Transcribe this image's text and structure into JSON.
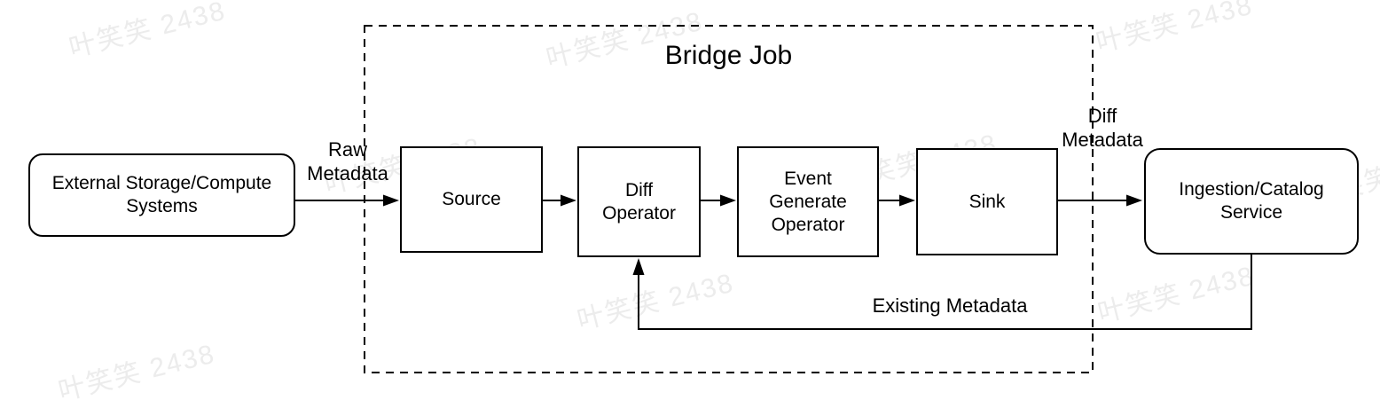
{
  "diagram": {
    "title": "Bridge Job",
    "watermark_text": "叶笑笑 2438",
    "colors": {
      "stroke": "#000000",
      "text": "#000000",
      "background": "#ffffff",
      "watermark": "#ececec"
    },
    "container": {
      "label": "Bridge Job",
      "style": "dashed"
    },
    "nodes": {
      "external": {
        "lines": [
          "External Storage/Compute",
          "Systems"
        ],
        "shape": "rounded"
      },
      "source": {
        "lines": [
          "Source"
        ],
        "shape": "rect"
      },
      "diff": {
        "lines": [
          "Diff",
          "Operator"
        ],
        "shape": "rect"
      },
      "event": {
        "lines": [
          "Event",
          "Generate",
          "Operator"
        ],
        "shape": "rect"
      },
      "sink": {
        "lines": [
          "Sink"
        ],
        "shape": "rect"
      },
      "ingestion": {
        "lines": [
          "Ingestion/Catalog",
          "Service"
        ],
        "shape": "rounded"
      }
    },
    "edges": {
      "raw_metadata": {
        "lines": [
          "Raw",
          "Metadata"
        ],
        "from": "external",
        "to": "source"
      },
      "source_to_diff": {
        "from": "source",
        "to": "diff"
      },
      "diff_to_event": {
        "from": "diff",
        "to": "event"
      },
      "event_to_sink": {
        "from": "event",
        "to": "sink"
      },
      "diff_metadata": {
        "lines": [
          "Diff",
          "Metadata"
        ],
        "from": "sink",
        "to": "ingestion"
      },
      "existing_metadata": {
        "label": "Existing Metadata",
        "from": "ingestion",
        "to": "diff"
      }
    }
  }
}
